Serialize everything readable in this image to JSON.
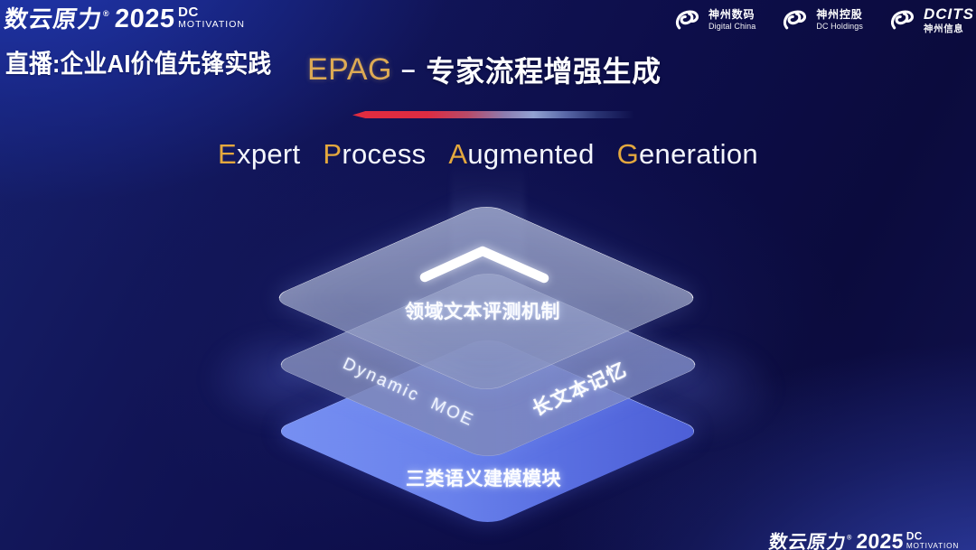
{
  "brand": {
    "cjk": "数云原力",
    "reg": "®",
    "year": "2025",
    "dc": "DC",
    "motivation": "MOTIVATION"
  },
  "header": {
    "live_label": "直播:企业AI价值先锋实践"
  },
  "partners": [
    {
      "cn": "神州数码",
      "en": "Digital China"
    },
    {
      "cn": "神州控股",
      "en": "DC Holdings"
    },
    {
      "cn": "DCITS",
      "en": "神州信息"
    }
  ],
  "title": {
    "acronym": "EPAG",
    "dash": "–",
    "cn": "专家流程增强生成"
  },
  "subtitle": {
    "words": [
      {
        "head": "E",
        "tail": "xpert"
      },
      {
        "head": "P",
        "tail": "rocess"
      },
      {
        "head": "A",
        "tail": "ugmented"
      },
      {
        "head": "G",
        "tail": "eneration"
      }
    ]
  },
  "stack": {
    "top_label": "领域文本评测机制",
    "middle_left_label": "Dynamic  MOE",
    "middle_right_label": "长文本记忆",
    "bottom_label": "三类语义建模模块"
  },
  "colors": {
    "accent_gold": "#ddaa54",
    "line_red": "#ee2e3e",
    "layer_blue": "#5a70e2",
    "background_navy": "#0e0f47"
  }
}
